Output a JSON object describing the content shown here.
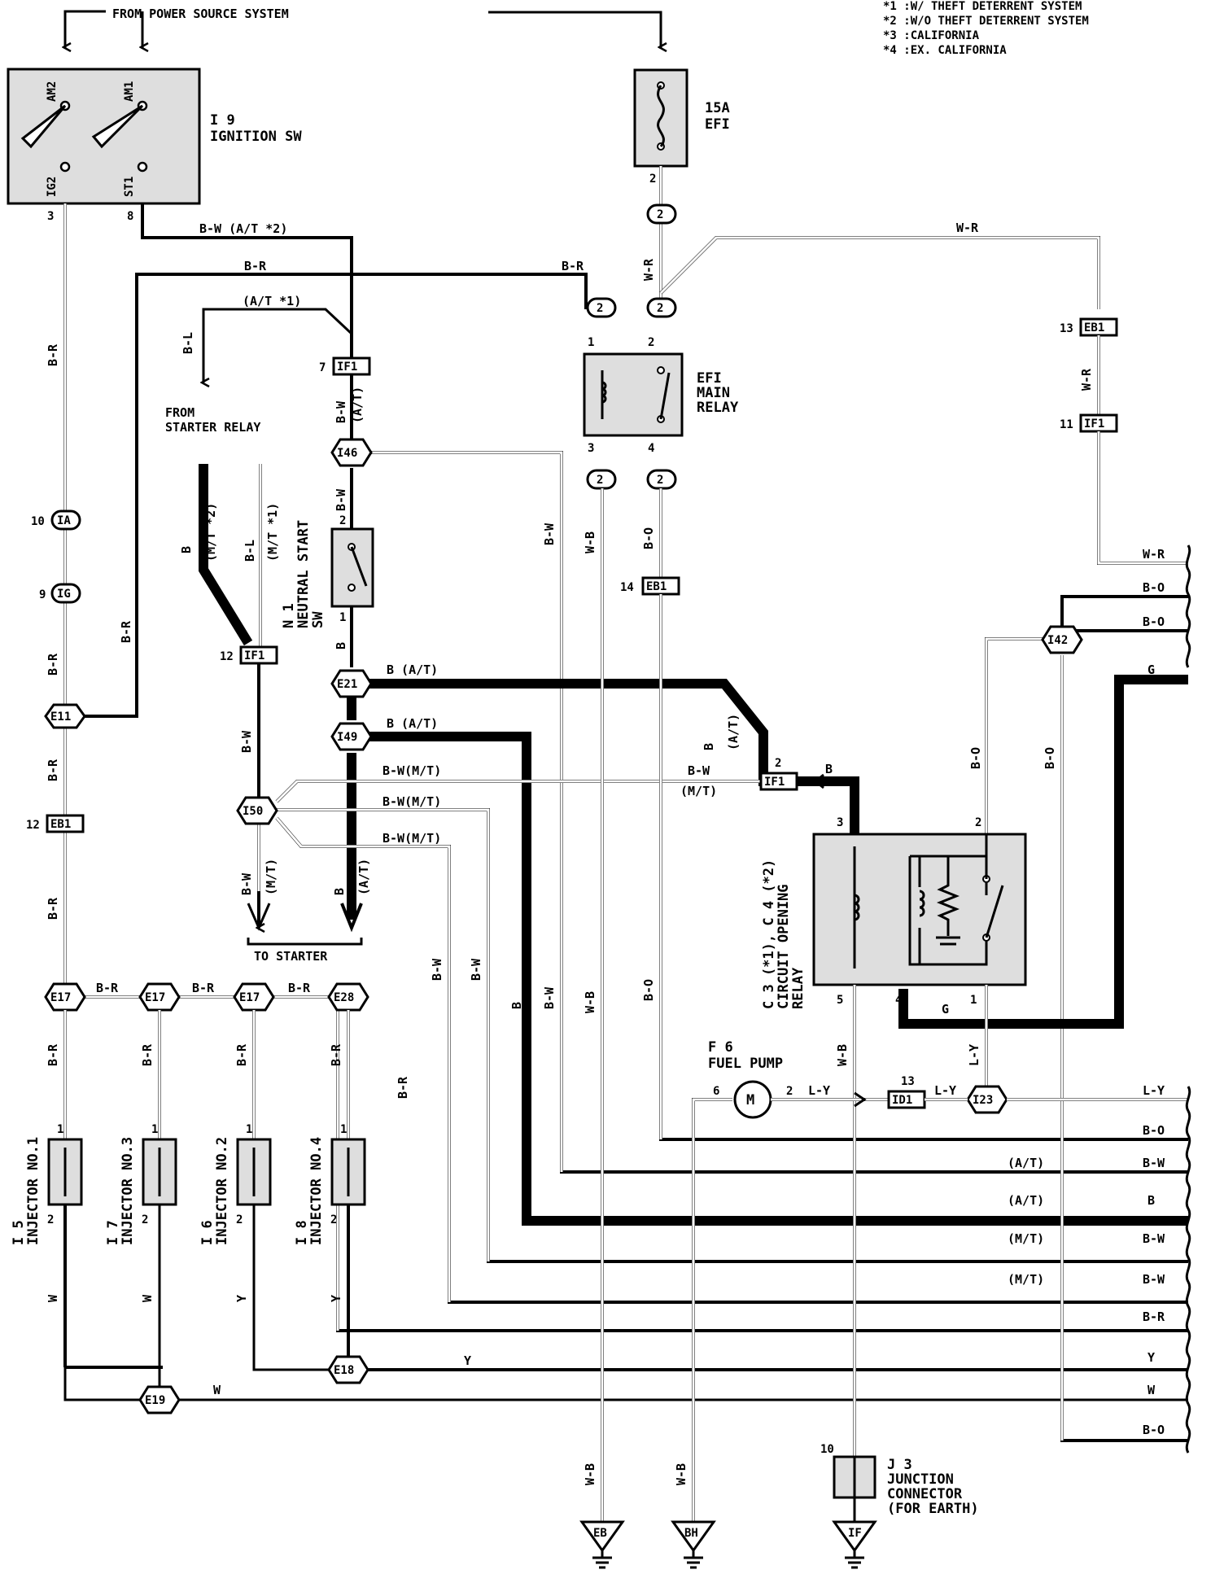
{
  "notes": [
    "*1 :W/ THEFT DETERRENT SYSTEM",
    "*2 :W/O THEFT DETERRENT SYSTEM",
    "*3 :CALIFORNIA",
    "*4 :EX. CALIFORNIA"
  ],
  "labels": {
    "power_source": "FROM POWER SOURCE SYSTEM",
    "ign_code": "I 9",
    "ign_name": "IGNITION SW",
    "am2": "AM2",
    "am1": "AM1",
    "ig2": "IG2",
    "st1": "ST1",
    "fuse_rating": "15A",
    "fuse_name": "EFI",
    "efi_relay": [
      "EFI",
      "MAIN",
      "RELAY"
    ],
    "from_starter": [
      "FROM",
      "STARTER RELAY"
    ],
    "to_starter": "TO STARTER",
    "neutral_sw": [
      "N 1",
      "NEUTRAL START",
      "SW"
    ],
    "cor": [
      "C 3 (*1), C 4 (*2)",
      "CIRCUIT OPENING",
      "RELAY"
    ],
    "fuel_pump_code": "F 6",
    "fuel_pump_name": "FUEL PUMP",
    "junction": [
      "J 3",
      "JUNCTION",
      "CONNECTOR",
      "(FOR EARTH)"
    ]
  },
  "connectors": {
    "ia": "IA",
    "ig": "IG",
    "eb1": "EB1",
    "if1": "IF1",
    "id1": "ID1",
    "conn2": "2"
  },
  "junctions": {
    "e11": "E11",
    "e17": "E17",
    "e28": "E28",
    "e18": "E18",
    "e19": "E19",
    "e21": "E21",
    "i46": "I46",
    "i49": "I49",
    "i50": "I50",
    "i42": "I42",
    "i23": "I23"
  },
  "injectors": [
    {
      "code": "I 5",
      "name": "INJECTOR NO.1",
      "wire": "W"
    },
    {
      "code": "I 7",
      "name": "INJECTOR NO.3",
      "wire": "W"
    },
    {
      "code": "I 6",
      "name": "INJECTOR NO.2",
      "wire": "Y"
    },
    {
      "code": "I 8",
      "name": "INJECTOR NO.4",
      "wire": "Y"
    }
  ],
  "wires": {
    "br": "B-R",
    "bw": "B-W",
    "wr": "W-R",
    "wb": "W-B",
    "bo": "B-O",
    "bl": "B-L",
    "b": "B",
    "g": "G",
    "ly": "L-Y",
    "w": "W",
    "y": "Y",
    "bw_at2": "B-W (A/T *2)",
    "at1": "(A/T *1)",
    "at": "(A/T)",
    "mt": "(M/T)",
    "mt2": "(M/T *2)",
    "mt1": "(M/T *1)",
    "b_at": "B (A/T)",
    "bw_mt": "B-W(M/T)"
  },
  "pins": [
    "1",
    "2",
    "3",
    "4",
    "5",
    "6",
    "7",
    "8",
    "9",
    "10",
    "11",
    "12",
    "13",
    "14"
  ],
  "right_edge": [
    {
      "note": "",
      "wire": "W-R"
    },
    {
      "note": "",
      "wire": "B-O"
    },
    {
      "note": "",
      "wire": "B-O"
    },
    {
      "note": "",
      "wire": "G"
    },
    {
      "note": "",
      "wire": "L-Y"
    },
    {
      "note": "",
      "wire": "B-O"
    },
    {
      "note": "(A/T)",
      "wire": "B-W"
    },
    {
      "note": "(A/T)",
      "wire": "B"
    },
    {
      "note": "(M/T)",
      "wire": "B-W"
    },
    {
      "note": "(M/T)",
      "wire": "B-W"
    },
    {
      "note": "",
      "wire": "B-R"
    },
    {
      "note": "",
      "wire": "Y"
    },
    {
      "note": "",
      "wire": "W"
    },
    {
      "note": "",
      "wire": "B-O"
    }
  ],
  "grounds": {
    "eb": "EB",
    "bh": "BH",
    "if": "IF"
  }
}
